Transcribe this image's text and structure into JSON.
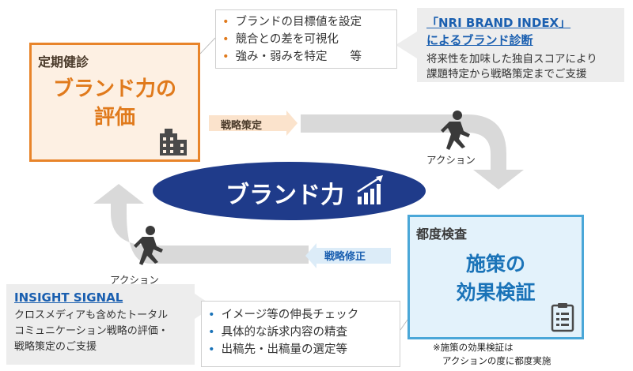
{
  "periodic_box": {
    "tag": "定期健診",
    "title_line1": "ブランド力の",
    "title_line2": "評価"
  },
  "periodic_bullets": [
    "ブランドの目標値を設定",
    "競合との差を可視化",
    "強み・弱みを特定　　等"
  ],
  "nri_note": {
    "title_line1": "「NRI BRAND INDEX」",
    "title_line2": "によるブランド診断",
    "desc_line1": "将来性を加味した独自スコアにより",
    "desc_line2": "課題特定から戦略策定までご支援"
  },
  "center": {
    "label": "ブランド力"
  },
  "flow": {
    "strategy_label": "戦略策定",
    "revise_label": "戦略修正",
    "action_right": "アクション",
    "action_left": "アクション"
  },
  "effect_box": {
    "tag": "都度検査",
    "title_line1": "施策の",
    "title_line2": "効果検証"
  },
  "effect_bullets": [
    "イメージ等の伸長チェック",
    "具体的な訴求内容の精査",
    "出稿先・出稿量の選定等"
  ],
  "insight_note": {
    "title": "INSIGHT SIGNAL",
    "desc_line1": "クロスメディアも含めたトータル",
    "desc_line2": "コミュニケーション戦略の評価・",
    "desc_line3": "戦略策定のご支援"
  },
  "footnote": {
    "line1": "※施策の効果検証は",
    "line2": "アクションの度に都度実施"
  },
  "colors": {
    "orange": "#e8842a",
    "blue": "#4aa7d8",
    "navy": "#1f3b8a",
    "gray_arrow": "#d9d9d9"
  }
}
